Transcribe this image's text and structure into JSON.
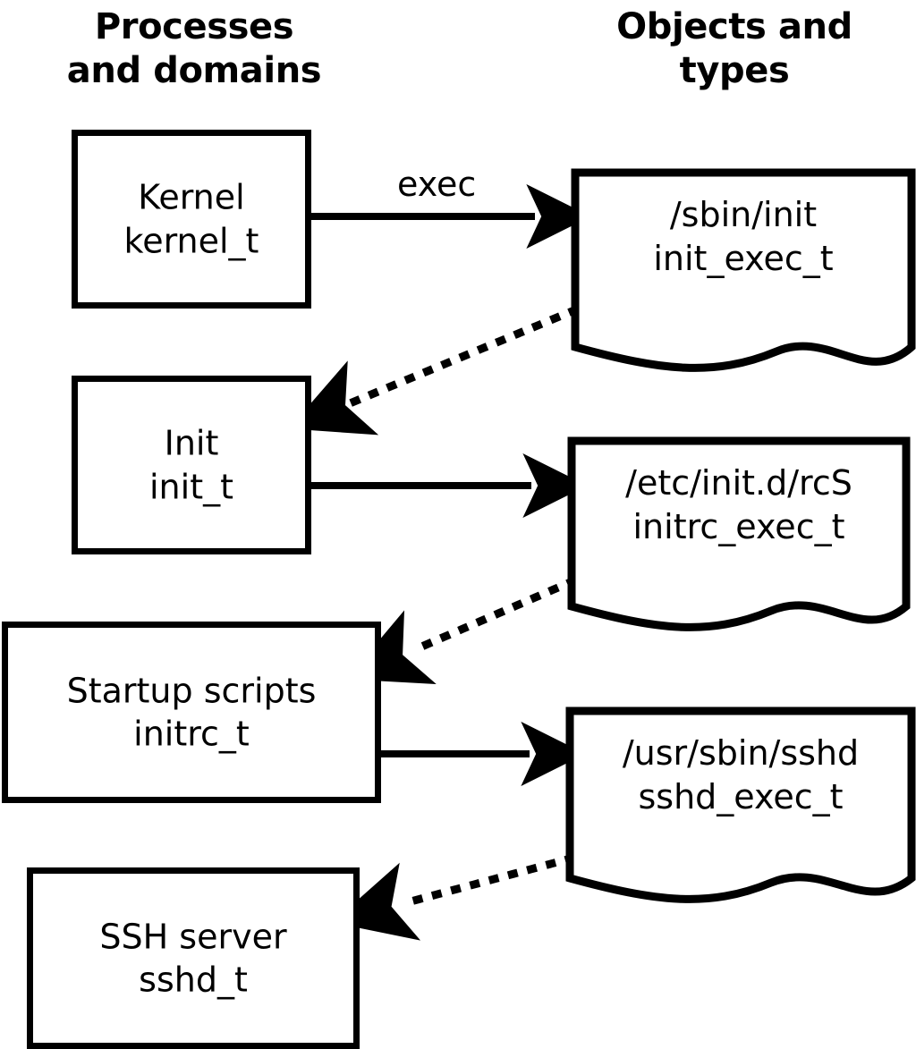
{
  "diagram": {
    "title_left": "Processes\nand domains",
    "columns": {
      "left": {
        "line1": "Processes",
        "line2": "and domains"
      },
      "right": {
        "line1": "Objects and",
        "line2": "types"
      }
    },
    "processes": [
      {
        "id": "kernel",
        "name": "Kernel",
        "type": "kernel_t"
      },
      {
        "id": "init",
        "name": "Init",
        "type": "init_t"
      },
      {
        "id": "initrc",
        "name": "Startup scripts",
        "type": "initrc_t"
      },
      {
        "id": "sshd",
        "name": "SSH server",
        "type": "sshd_t"
      }
    ],
    "objects": [
      {
        "id": "init_exec",
        "path": "/sbin/init",
        "type": "init_exec_t"
      },
      {
        "id": "initrc_exec",
        "path": "/etc/init.d/rcS",
        "type": "initrc_exec_t"
      },
      {
        "id": "sshd_exec",
        "path": "/usr/sbin/sshd",
        "type": "sshd_exec_t"
      }
    ],
    "edges": [
      {
        "id": "e1",
        "from": "kernel",
        "to": "init_exec",
        "style": "solid",
        "label": "exec"
      },
      {
        "id": "e2",
        "from": "init_exec",
        "to": "init",
        "style": "dotted",
        "label": ""
      },
      {
        "id": "e3",
        "from": "init",
        "to": "initrc_exec",
        "style": "solid",
        "label": ""
      },
      {
        "id": "e4",
        "from": "initrc_exec",
        "to": "initrc",
        "style": "dotted",
        "label": ""
      },
      {
        "id": "e5",
        "from": "initrc",
        "to": "sshd_exec",
        "style": "solid",
        "label": ""
      },
      {
        "id": "e6",
        "from": "sshd_exec",
        "to": "sshd",
        "style": "dotted",
        "label": ""
      }
    ],
    "colors": {
      "stroke": "#000000",
      "fill": "#ffffff"
    }
  }
}
